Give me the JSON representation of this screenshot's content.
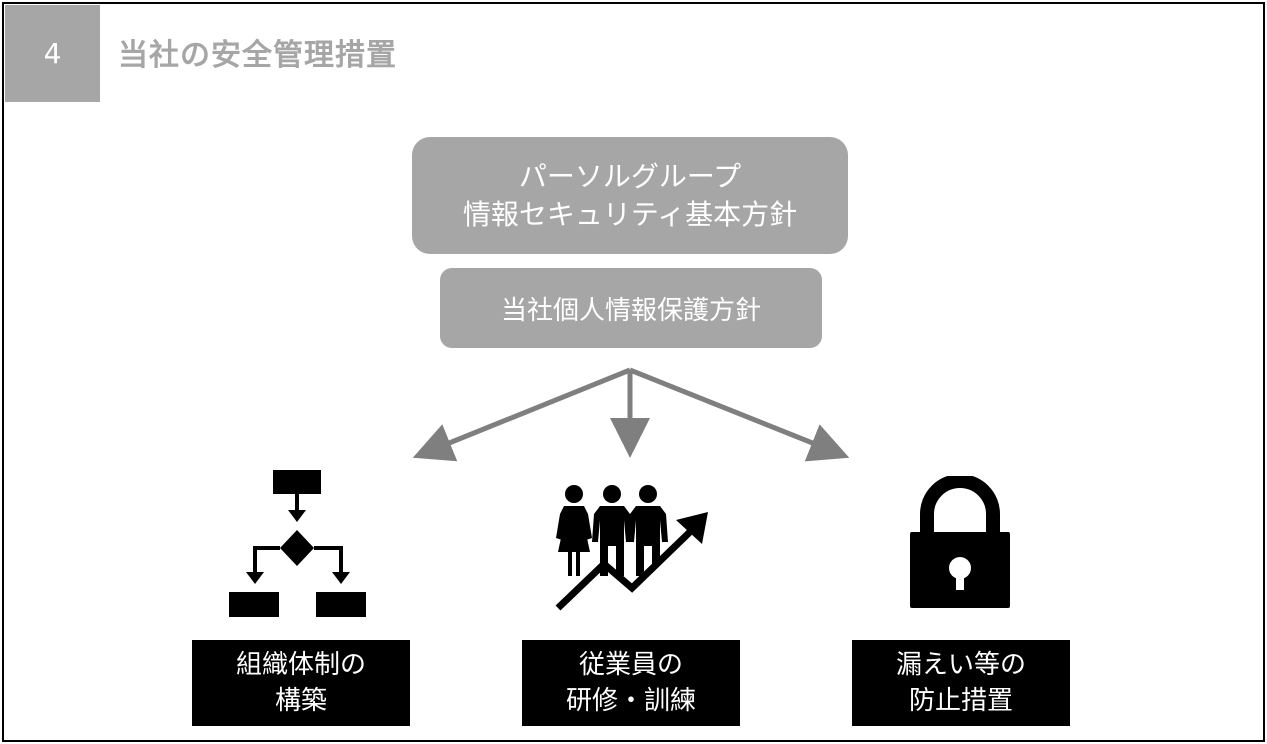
{
  "slide": {
    "number": "4",
    "title": "当社の安全管理措置"
  },
  "policies": {
    "group_policy_line1": "パーソルグループ",
    "group_policy_line2": "情報セキュリティ基本方針",
    "company_policy": "当社個人情報保護方針"
  },
  "measures": [
    {
      "icon": "flowchart-icon",
      "line1": "組織体制の",
      "line2": "構築"
    },
    {
      "icon": "people-growth-icon",
      "line1": "従業員の",
      "line2": "研修・訓練"
    },
    {
      "icon": "padlock-icon",
      "line1": "漏えい等の",
      "line2": "防止措置"
    }
  ],
  "colors": {
    "gray": "#a6a6a6",
    "arrow": "#7f7f7f",
    "black": "#000000",
    "white": "#ffffff"
  }
}
